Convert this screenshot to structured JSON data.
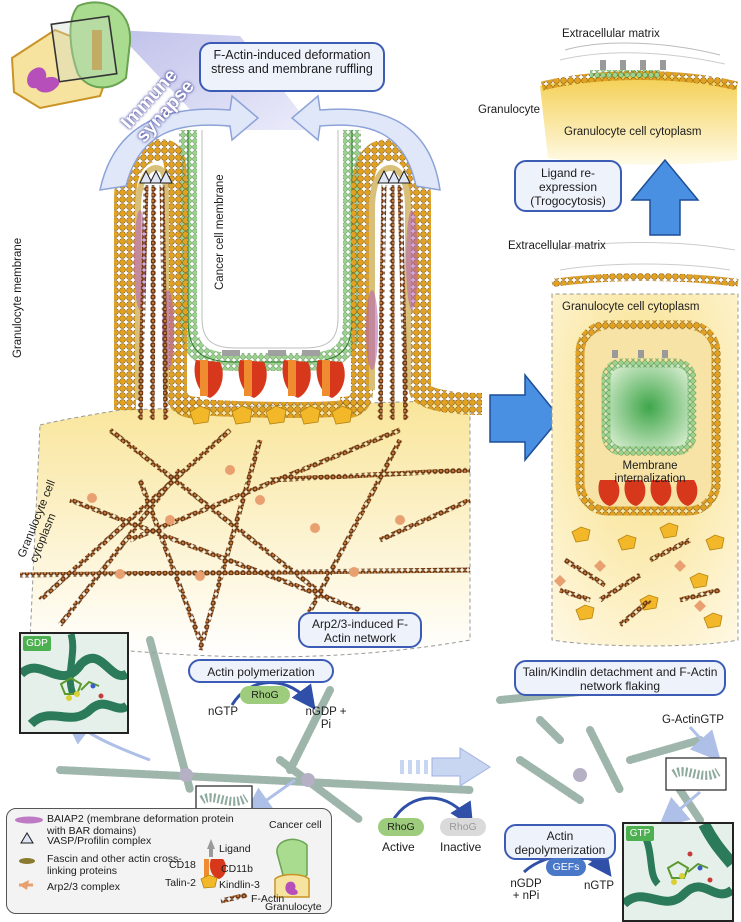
{
  "title_box": "F-Actin-induced deformation stress and membrane ruffling",
  "immune_synapse": "Immune synapse",
  "labels": {
    "cancer_cell_membrane": "Cancer cell membrane",
    "granulocyte_membrane": "Granulocyte membrane",
    "granulocyte_cell_cytoplasm_left": "Granulocyte cell cytoplasm",
    "extracellular_matrix_top": "Extracellular matrix",
    "granulocyte": "Granulocyte",
    "granulocyte_cell_cytoplasm_top": "Granulocyte cell cytoplasm",
    "extracellular_matrix_mid": "Extracellular matrix",
    "granulocyte_cell_cytoplasm_right": "Granulocyte cell cytoplasm",
    "membrane_internalization": "Membrane internalization",
    "g_actin_gtp": "G-ActinGTP"
  },
  "boxes": {
    "ligand_reexpression": "Ligand re-expression (Trogocytosis)",
    "arp23_network": "Arp2/3-induced F-Actin network",
    "actin_polymerization": "Actin polymerization",
    "talin_detachment": "Talin/Kindlin detachment and F-Actin network flaking",
    "actin_depolymerization": "Actin depolymerization"
  },
  "polymerization": {
    "rhog": "RhoG",
    "ngtp": "nGTP",
    "ngdp_pi": "nGDP + Pi"
  },
  "depolymerization": {
    "gefs": "GEFs",
    "ngdp_npi": "nGDP + nPi",
    "ngtp": "nGTP"
  },
  "rhog_states": {
    "active_pill": "RhoG",
    "inactive_pill": "RhoG",
    "active": "Active",
    "inactive": "Inactive"
  },
  "structures": {
    "gdp": "GDP",
    "gtp": "GTP"
  },
  "legend": {
    "baiap2": "BAIAP2 (membrane deformation protein with BAR domains)",
    "vasp": "VASP/Profilin complex",
    "fascin": "Fascin and other actin cross-linking proteins",
    "arp23": "Arp2/3 complex",
    "ligand": "Ligand",
    "cd18": "CD18",
    "cd11b": "CD11b",
    "talin2": "Talin-2",
    "kindlin3": "Kindlin-3",
    "factin": "F-Actin",
    "cancer_cell": "Cancer cell",
    "granulocyte": "Granulocyte"
  },
  "colors": {
    "box_border": "#3b5bb5",
    "box_fill": "#eef2fb",
    "arrow_blue": "#4a90e2",
    "arrow_light": "#c9d6f2",
    "membrane_orange": "#e0a020",
    "cancer_green": "#7ec36e",
    "baiap2_purple": "#b05cb8",
    "factin_brown": "#6b3410",
    "arp23_orange": "#e8a070",
    "cytoplasm_yellow": "#f8e49a",
    "rhog_green": "#9ccc7c"
  }
}
